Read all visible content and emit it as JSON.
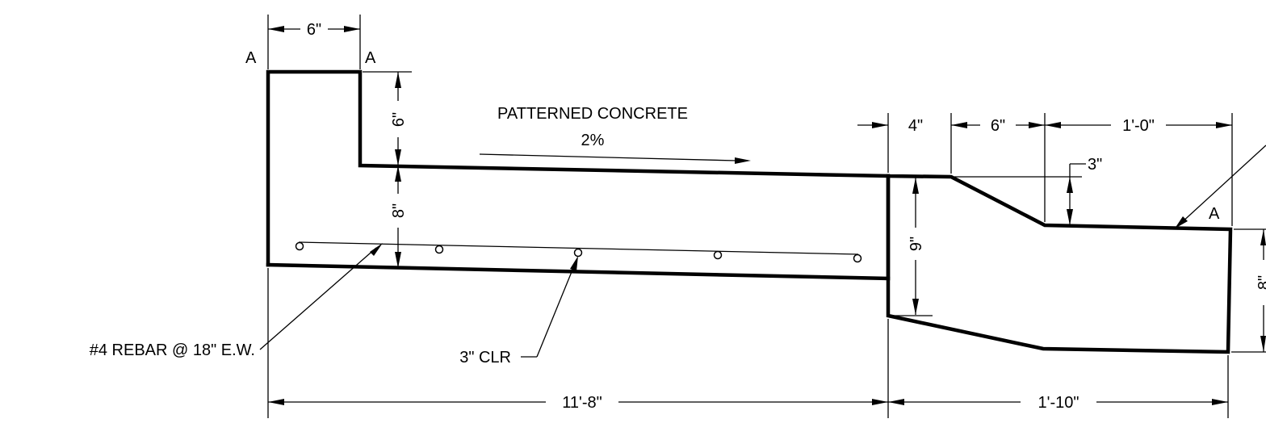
{
  "labels": {
    "section_mark": "A",
    "top_width": "6\"",
    "stem_height": "6\"",
    "slab_thickness": "8\"",
    "material": "PATTERNED CONCRETE",
    "slope": "2%",
    "rebar": "#4 REBAR @ 18\" E.W.",
    "cover": "3\" CLR",
    "joint_width": "4\"",
    "taper_width": "6\"",
    "flat_width": "1'-0\"",
    "step_depth": "3\"",
    "curb_height": "9\"",
    "end_thickness": "8\"",
    "slab_length": "11'-8\"",
    "curb_length": "1'-10\""
  }
}
